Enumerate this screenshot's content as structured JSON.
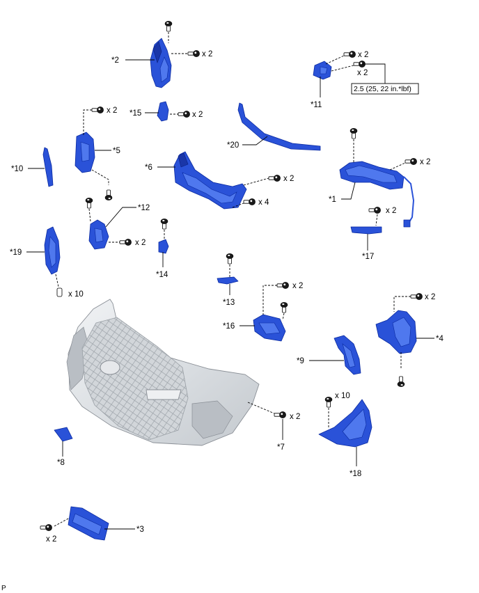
{
  "labels": {
    "p1": "*1",
    "p2": "*2",
    "p3": "*3",
    "p4": "*4",
    "p5": "*5",
    "p6": "*6",
    "p7": "*7",
    "p8": "*8",
    "p9": "*9",
    "p10": "*10",
    "p11": "*11",
    "p12": "*12",
    "p13": "*13",
    "p14": "*14",
    "p15": "*15",
    "p16": "*16",
    "p17": "*17",
    "p18": "*18",
    "p19": "*19",
    "p20": "*20"
  },
  "quantities": {
    "q_p2_screw": "x 2",
    "q_p11_upper": "x 2",
    "q_p11_lower": "x 2",
    "q_p15": "x 2",
    "q_p5": "x 2",
    "q_p6_upper": "x 2",
    "q_p6_lower": "x 4",
    "q_p1": "x 2",
    "q_p17": "x 2",
    "q_p12": "x 2",
    "q_p19": "x 10",
    "q_p16": "x 2",
    "q_p4": "x 2",
    "q_p7": "x 2",
    "q_p18": "x 10",
    "q_p3": "x 2"
  },
  "torque": {
    "p11": "2.5 (25, 22 in.*lbf)"
  },
  "corner_mark": "P",
  "colors": {
    "part": "#2a52d8",
    "bumper": "#d8dce0"
  }
}
